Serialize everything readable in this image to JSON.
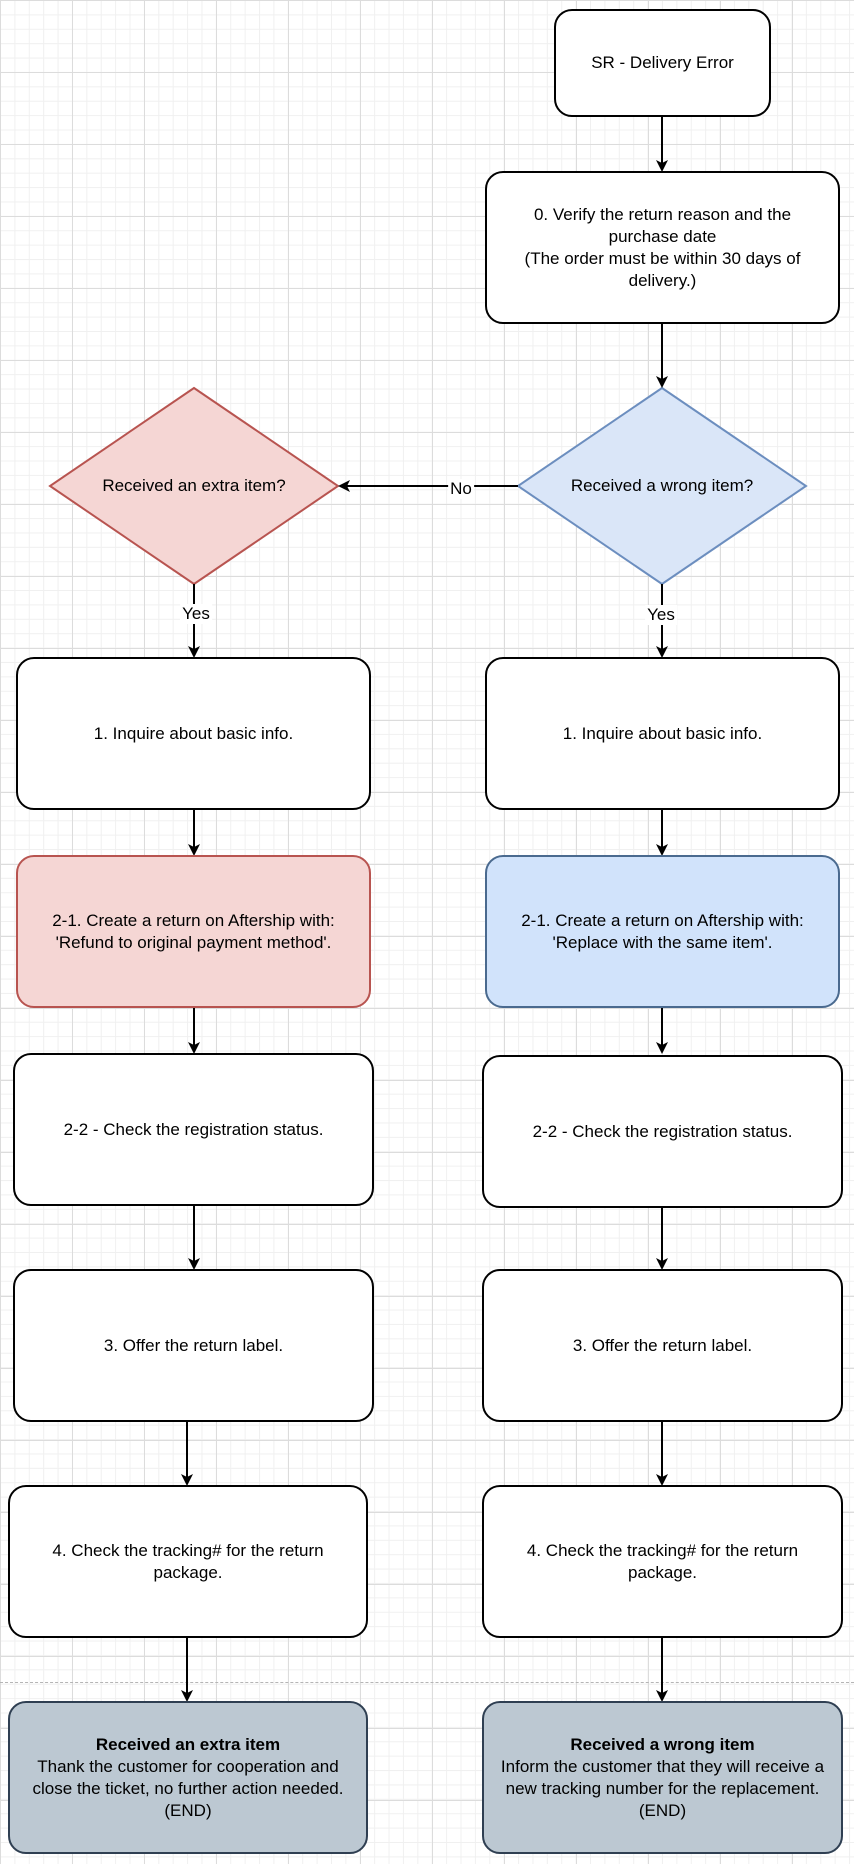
{
  "diagram": {
    "start": {
      "label": "SR - Delivery Error"
    },
    "verify": {
      "line1": "0. Verify the return reason and the",
      "line2": "purchase date",
      "line3": "(The order must be within 30 days of",
      "line4": "delivery.)"
    },
    "decision_wrong": {
      "label": "Received a wrong item?"
    },
    "decision_extra": {
      "label": "Received an extra item?"
    },
    "edge_no": "No",
    "edge_yes_left": "Yes",
    "edge_yes_right": "Yes",
    "left": {
      "inquire": "1. Inquire about basic info.",
      "create_line1": "2-1. Create a return on Aftership with:",
      "create_line2": "'Refund to original payment method'.",
      "check_status": "2-2 - Check the registration status.",
      "offer_label": "3. Offer the return label.",
      "tracking_line1": "4. Check the tracking# for the return",
      "tracking_line2": "package.",
      "end_title": "Received an extra item",
      "end_line1": "Thank the customer for cooperation and",
      "end_line2": "close the ticket, no further action needed.",
      "end_line3": "(END)"
    },
    "right": {
      "inquire": "1. Inquire about basic info.",
      "create_line1": "2-1. Create a return on Aftership with:",
      "create_line2": "'Replace with the same item'.",
      "check_status": "2-2 - Check the registration status.",
      "offer_label": "3. Offer the return label.",
      "tracking_line1": "4. Check the tracking# for the return",
      "tracking_line2": "package.",
      "end_title": "Received a wrong item",
      "end_line1": "Inform the customer that they will receive a",
      "end_line2": "new tracking number for the replacement.",
      "end_line3": "(END)"
    },
    "colors": {
      "extra_fill": "#f5d6d4",
      "extra_stroke": "#b85450",
      "wrong_fill": "#d1e3fb",
      "wrong_stroke": "#6c8ebf",
      "end_fill": "#bcc8d2"
    }
  }
}
